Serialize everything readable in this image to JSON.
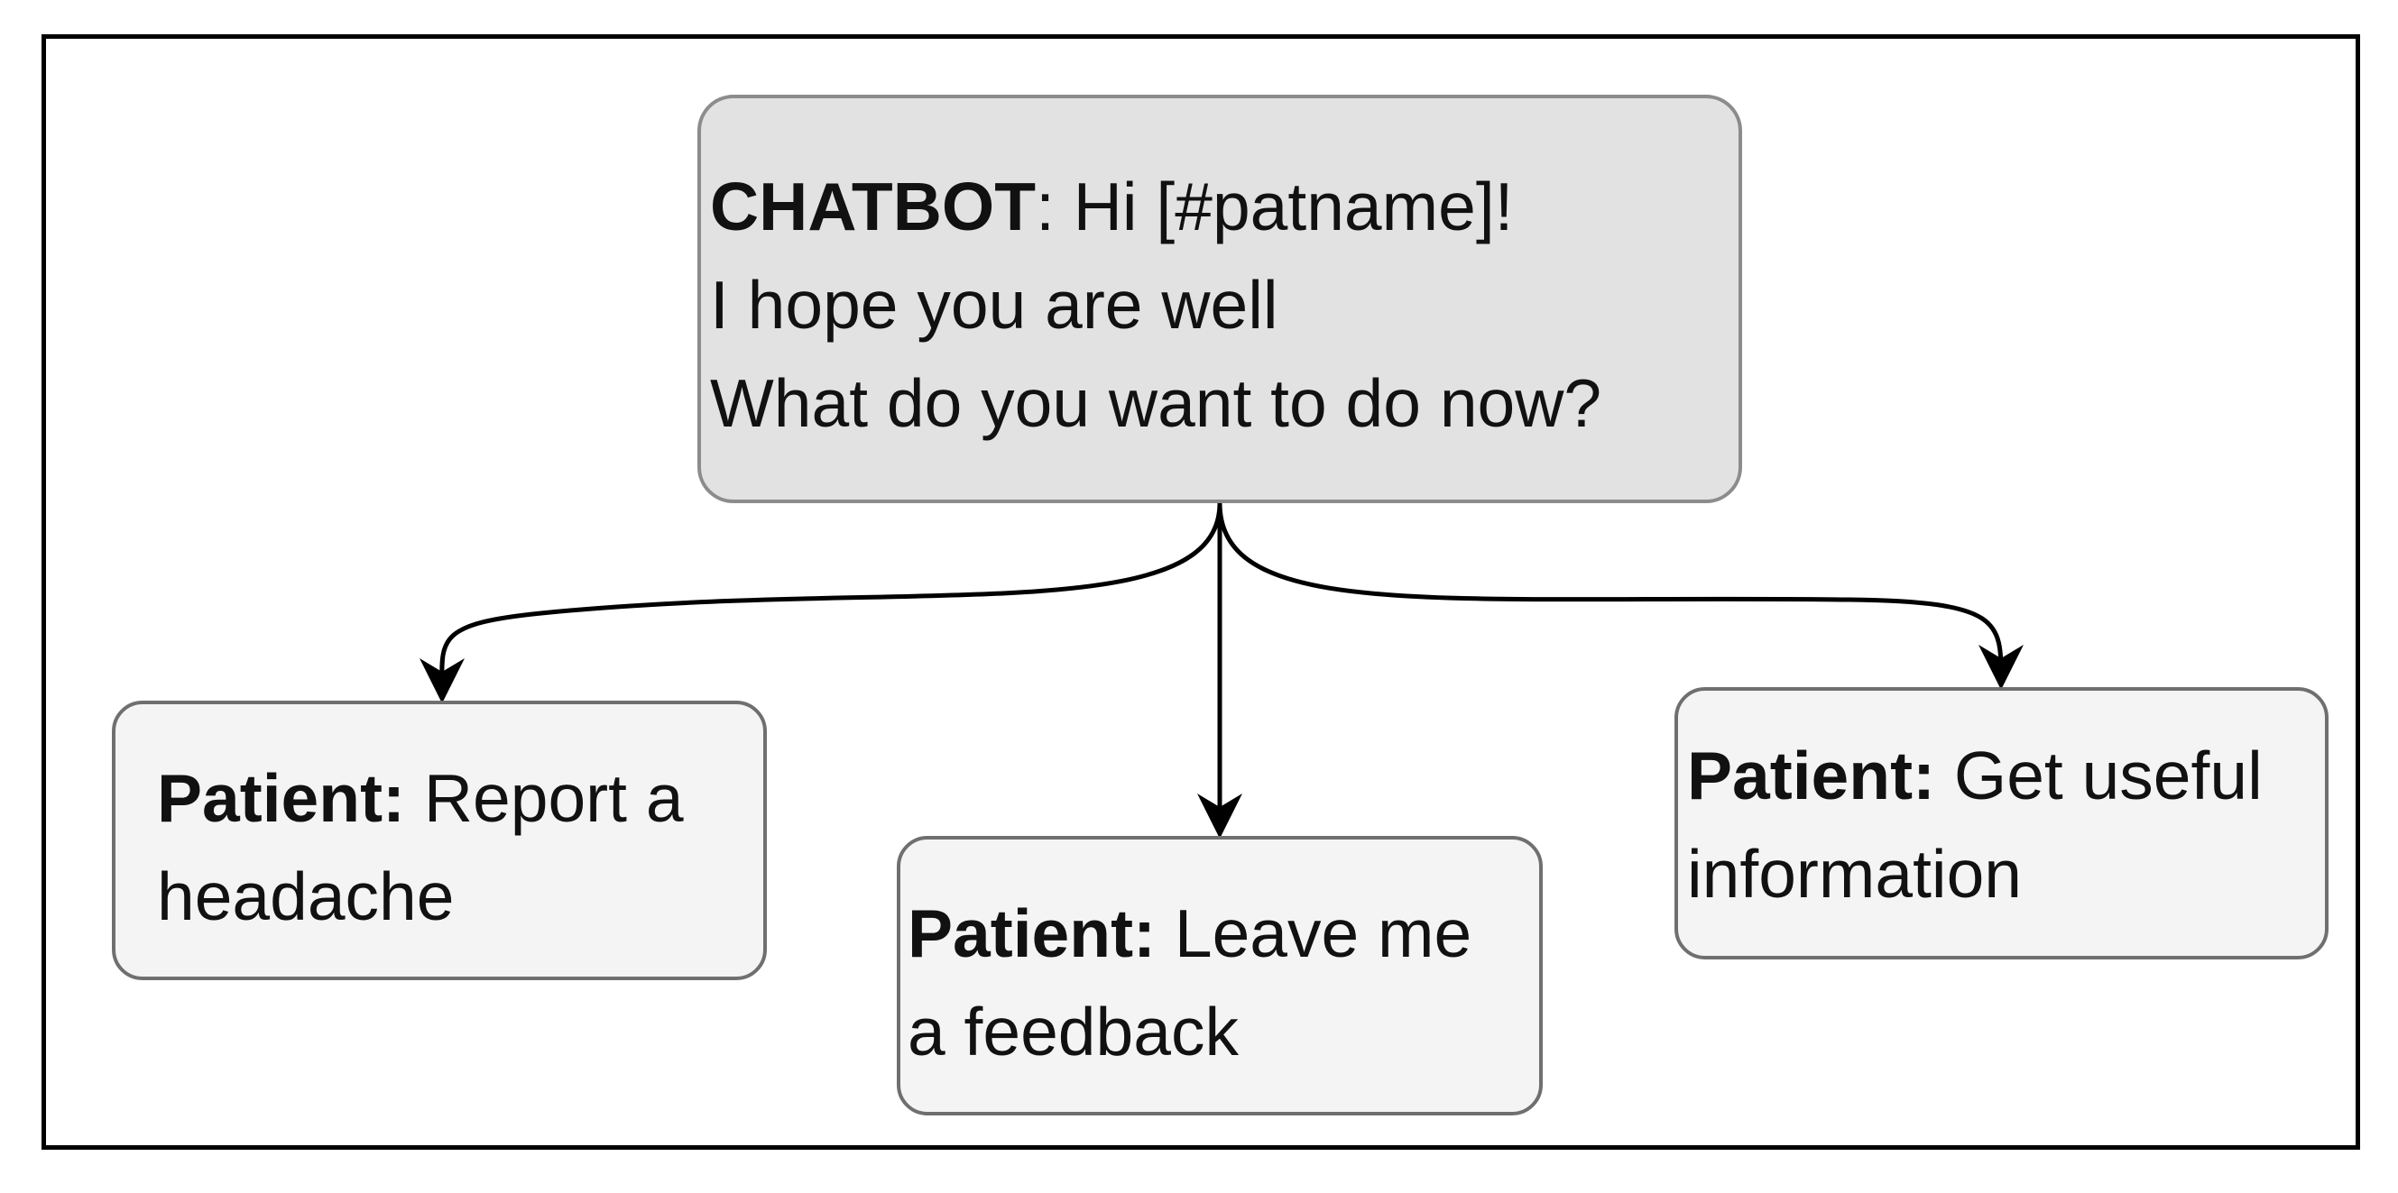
{
  "root": {
    "speaker": "CHATBOT",
    "line1_rest": ": Hi [#patname]!",
    "line2": "I hope you are well",
    "line3": "What do you want to do now?"
  },
  "options": [
    {
      "speaker": "Patient:",
      "line1_rest": " Report a",
      "line2": "headache"
    },
    {
      "speaker": "Patient:",
      "line1_rest": " Leave me",
      "line2": "a feedback"
    },
    {
      "speaker": "Patient:",
      "line1_rest": " Get useful",
      "line2": "information"
    }
  ],
  "colors": {
    "root_fill": "#e2e2e2",
    "option_fill": "#f4f4f4",
    "border": "#8c8c8c",
    "arrow": "#000000"
  }
}
